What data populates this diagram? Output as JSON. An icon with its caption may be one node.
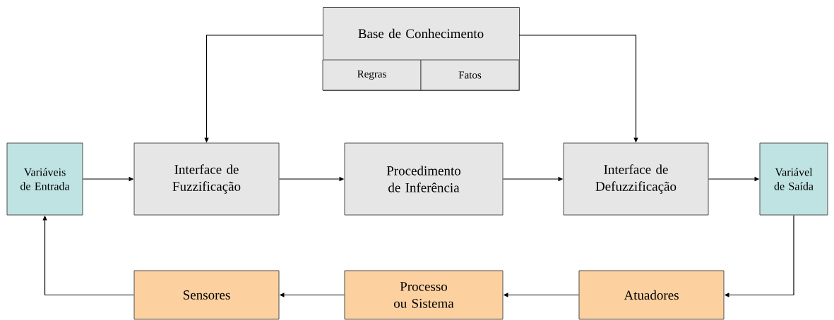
{
  "diagram": {
    "nodes": [
      {
        "text": [
          "Base de Conhecimento"
        ]
      },
      {
        "text": [
          "Regras"
        ],
        "in": 0
      },
      {
        "text": [
          "Fatos"
        ],
        "in": 0
      },
      {
        "text": [
          "Variáveis de Entrada"
        ]
      },
      {
        "text": [
          "Interface de Fuzzificação"
        ]
      },
      {
        "text": [
          "Procedimento de Inferência"
        ]
      },
      {
        "text": [
          "Interface de Defuzzificação"
        ]
      },
      {
        "text": [
          "Variável de Saída"
        ]
      },
      {
        "text": [
          "Sensores"
        ]
      },
      {
        "text": [
          "Processo ou Sistema"
        ]
      },
      {
        "text": [
          "Atuadores"
        ]
      }
    ],
    "edges": [
      {
        "from": 0,
        "to": 4,
        "arrow": "to"
      },
      {
        "from": 0,
        "to": 6,
        "arrow": "to"
      },
      {
        "from": 3,
        "to": 4,
        "arrow": "to"
      },
      {
        "from": 4,
        "to": 5,
        "arrow": "to"
      },
      {
        "from": 5,
        "to": 6,
        "arrow": "to"
      },
      {
        "from": 6,
        "to": 7,
        "arrow": "to"
      },
      {
        "from": 7,
        "to": 10,
        "arrow": "to"
      },
      {
        "from": 10,
        "to": 9,
        "arrow": "to"
      },
      {
        "from": 9,
        "to": 8,
        "arrow": "to"
      },
      {
        "from": 8,
        "to": 3,
        "arrow": "to"
      }
    ]
  }
}
